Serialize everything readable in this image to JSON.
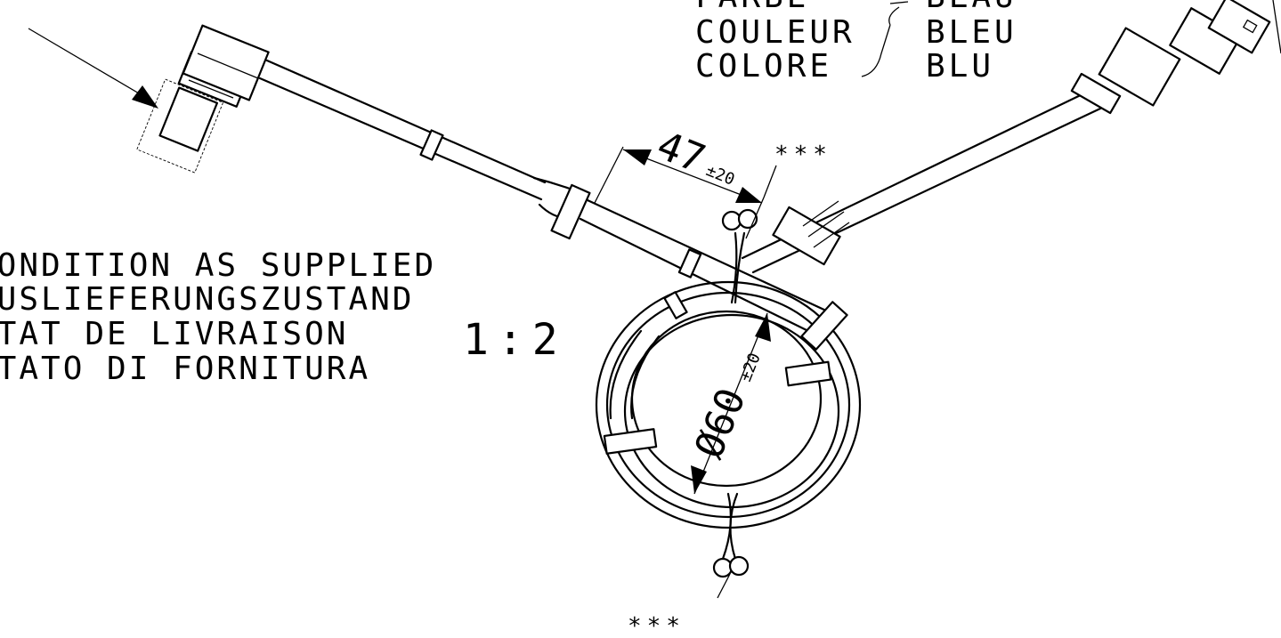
{
  "condition_text": [
    "CONDITION AS SUPPLIED",
    "AUSLIEFERUNGSZUSTAND",
    "ETAT DE LIVRAISON",
    "STATO DI FORNITURA"
  ],
  "scale": "1:2",
  "color_labels": [
    "FARBE",
    "COULEUR",
    "COLORE"
  ],
  "color_values": [
    "BLAU",
    "BLEU",
    "BLU"
  ],
  "dim_length": {
    "value": "47",
    "tolerance": "±20"
  },
  "dim_diameter": {
    "value": "Ø60",
    "tolerance": "±20"
  },
  "marker_top": "***",
  "marker_bottom": "***"
}
